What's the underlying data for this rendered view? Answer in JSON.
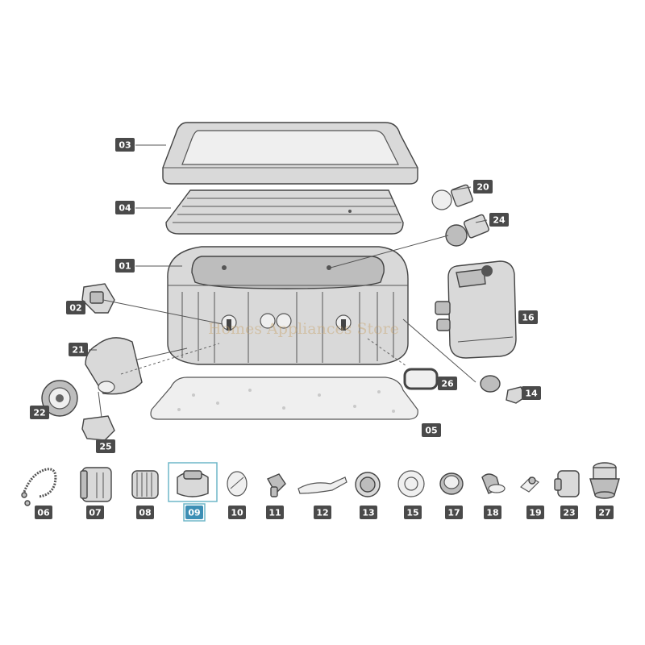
{
  "diagram": {
    "watermark": "Homes Appliances Store",
    "labels": {
      "l01": "01",
      "l02": "02",
      "l03": "03",
      "l04": "04",
      "l05": "05",
      "l14": "14",
      "l16": "16",
      "l20": "20",
      "l21": "21",
      "l22": "22",
      "l24": "24",
      "l25": "25",
      "l26": "26"
    },
    "bottom_parts": [
      "06",
      "07",
      "08",
      "09",
      "10",
      "11",
      "12",
      "13",
      "15",
      "17",
      "18",
      "19",
      "23",
      "27"
    ],
    "selected_part": "09",
    "colors": {
      "tag": "#4a4a4a",
      "selected_tag": "#3d8fb5",
      "part_fill": "#d9d9d9",
      "outline": "#444444"
    }
  }
}
